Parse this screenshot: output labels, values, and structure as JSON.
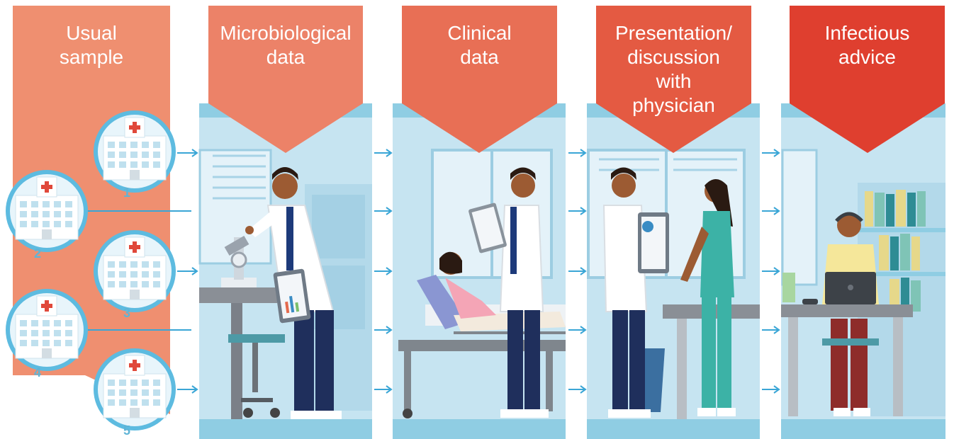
{
  "steps": [
    {
      "label_lines": [
        "Usual",
        "sample"
      ],
      "color": "#ef8f70"
    },
    {
      "label_lines": [
        "Microbiological",
        "data"
      ],
      "color": "#ec8268"
    },
    {
      "label_lines": [
        "Clinical",
        "data"
      ],
      "color": "#e86f55"
    },
    {
      "label_lines": [
        "Presentation/",
        "discussion",
        "with",
        "physician"
      ],
      "color": "#e45a42"
    },
    {
      "label_lines": [
        "Infectious",
        "advice"
      ],
      "color": "#df3f2f"
    }
  ],
  "hospitals": [
    {
      "number": "1"
    },
    {
      "number": "2"
    },
    {
      "number": "3"
    },
    {
      "number": "4"
    },
    {
      "number": "5"
    }
  ],
  "icons": {
    "hospital": "hospital-building-icon",
    "arrow": "flow-arrow-icon",
    "microscope": "microscope-icon",
    "tablet": "tablet-icon",
    "laptop": "laptop-icon",
    "bed": "hospital-bed-icon"
  },
  "colors": {
    "panel_bg": "#c6e4f1",
    "panel_band": "#8fcde3",
    "arrow": "#3aa6d6",
    "hospital_circle": "#5dbbe0"
  }
}
